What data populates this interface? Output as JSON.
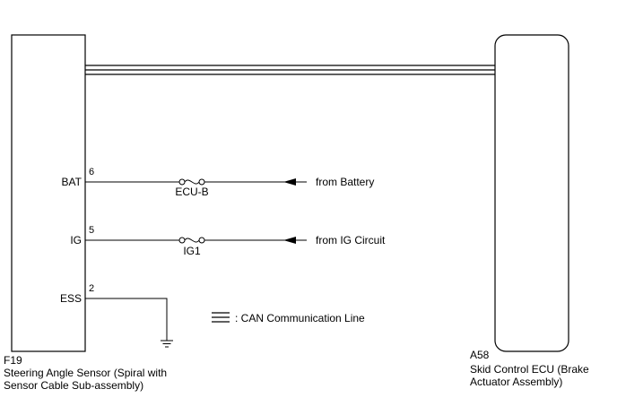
{
  "left_component": {
    "code": "F19",
    "name_line1": "Steering Angle Sensor (Spiral with",
    "name_line2": "Sensor Cable Sub-assembly)"
  },
  "right_component": {
    "code": "A58",
    "name_line1": "Skid Control ECU (Brake",
    "name_line2": "Actuator Assembly)"
  },
  "terminals": [
    {
      "name": "BAT",
      "pin": "6",
      "fuse": "ECU-B",
      "source": "from Battery"
    },
    {
      "name": "IG",
      "pin": "5",
      "fuse": "IG1",
      "source": "from IG Circuit"
    },
    {
      "name": "ESS",
      "pin": "2"
    }
  ],
  "legend": {
    "text": ": CAN Communication Line"
  }
}
